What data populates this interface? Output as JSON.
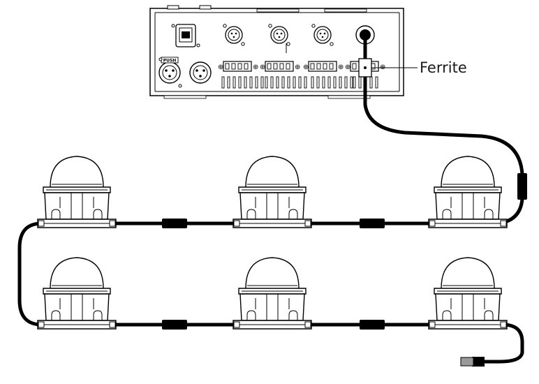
{
  "callout": {
    "label": "Ferrite"
  },
  "controller": {
    "xlr_badge": "PUSH",
    "xlr_icon": "xlr-connector-icon",
    "ethernet_icon": "ethercon-connector-icon",
    "terminal_icon": "terminal-block-icon",
    "power_icon": "power-inlet-icon"
  },
  "fixtures": {
    "count": 6,
    "icon": "dome-light-fixture-icon"
  },
  "cable_color": "#000000"
}
